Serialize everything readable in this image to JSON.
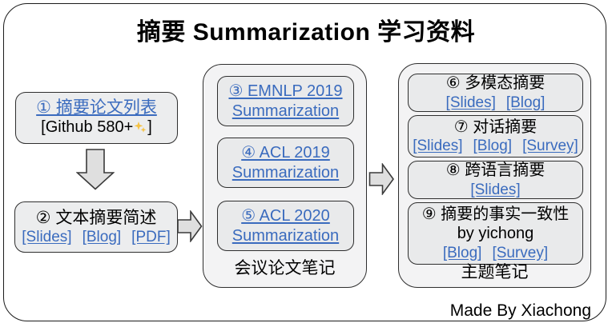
{
  "title": "摘要 Summarization 学习资料",
  "credit": "Made By Xiachong",
  "colors": {
    "link_blue": "#3a6bbe",
    "node_fill": "#ecedee",
    "group_fill": "#f3f3f4",
    "arrow_fill": "#dfdfdf",
    "sparkle_gold": "#f5c243"
  },
  "left": {
    "box1": {
      "link_label": "① 摘要论文列表",
      "github_label": "[Github 580+",
      "github_suffix": "]"
    },
    "box2": {
      "title": "② 文本摘要简述",
      "links": [
        "[Slides]",
        "[Blog]",
        "[PDF]"
      ]
    }
  },
  "conference_group": {
    "label": "会议论文笔记",
    "items": [
      {
        "line1": "③ EMNLP 2019",
        "line2": "Summarization"
      },
      {
        "line1": "④ ACL 2019",
        "line2": "Summarization"
      },
      {
        "line1": "⑤ ACL 2020",
        "line2": "Summarization"
      }
    ]
  },
  "topic_group": {
    "label": "主题笔记",
    "items": [
      {
        "title": "⑥ 多模态摘要",
        "links": [
          "[Slides]",
          "[Blog]"
        ]
      },
      {
        "title": "⑦ 对话摘要",
        "links": [
          "[Slides]",
          "[Blog]",
          "[Survey]"
        ]
      },
      {
        "title": "⑧ 跨语言摘要",
        "links": [
          "[Slides]"
        ]
      },
      {
        "title": "⑨ 摘要的事实一致性",
        "subtitle": "by yichong",
        "links": [
          "[Blog]",
          "[Survey]"
        ]
      }
    ]
  }
}
